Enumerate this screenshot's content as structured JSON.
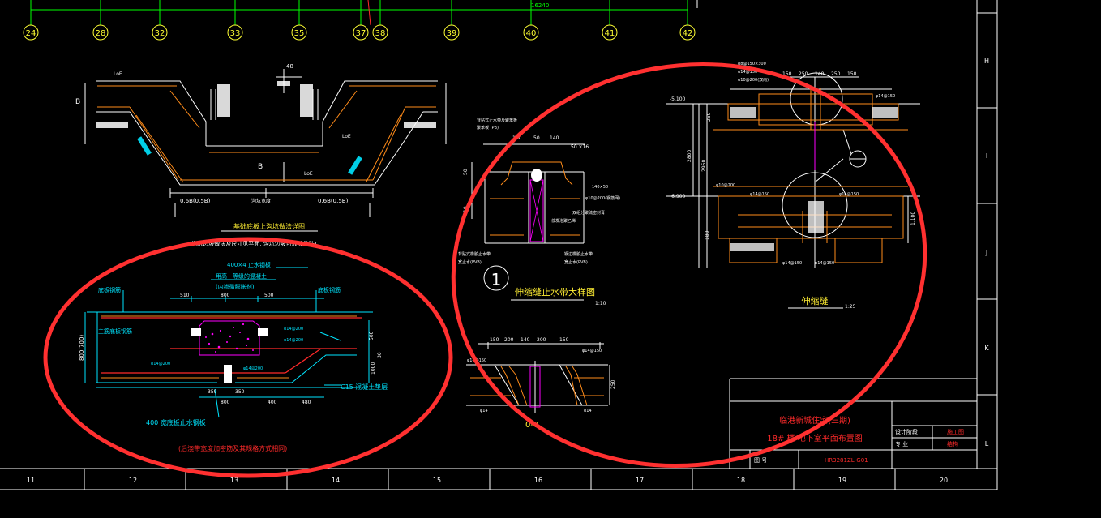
{
  "colors": {
    "background": "#000000",
    "grid_axis": "#00ff00",
    "grid_label": "#ffff33",
    "white": "#ffffff",
    "cyan": "#00e5ff",
    "orange": "#ff8c1a",
    "yellow": "#ffee33",
    "magenta": "#ff00ff",
    "red": "#ff2a2a",
    "annotation_ellipse": "#ff3030"
  },
  "grid": {
    "dimension_total": "16240",
    "axes": [
      "24",
      "28",
      "32",
      "33",
      "35",
      "37",
      "38",
      "39",
      "40",
      "41",
      "42"
    ]
  },
  "frame": {
    "bottom_columns": [
      "11",
      "12",
      "13",
      "14",
      "15",
      "16",
      "17",
      "18",
      "19",
      "20"
    ],
    "right_rows": [
      "H",
      "I",
      "J",
      "K",
      "L"
    ]
  },
  "detail_trench": {
    "title": "基础底板上沟坑做法详图",
    "subtitle": "(沟坑边坡做法及尺寸见平面, 沟坑边坡可放坡做法)",
    "labels": {
      "b_left": "B",
      "b_mid": "B",
      "loe": "LoE",
      "dim_left": "0.6B(0.5B)",
      "dim_mid": "沟坑宽度",
      "dim_right": "0.6B(0.5B)",
      "dim_48": "48"
    }
  },
  "detail_post_pour": {
    "labels": {
      "note_top": "400×4 止水钢板",
      "note_mid": "用高一等级的混凝土",
      "note_mid2": "(内掺微膨胀剂)",
      "left_tag": "底板钢筋",
      "right_tag": "底板钢筋",
      "left_side": "主筋底板钢筋",
      "dim_510": "510",
      "dim_800": "800",
      "dim_500": "500",
      "height": "800(700)",
      "rebar_1": "φ14@200",
      "rebar_2": "φ14@200",
      "rebar_3": "φ14@200",
      "rebar_4": "φ14@200",
      "dim_350a": "350",
      "dim_350b": "350",
      "dim_800b": "800",
      "dim_400": "400",
      "dim_480": "480",
      "dim_500v": "500",
      "dim_1000v": "1000",
      "dim_30": "30",
      "cushion": "C15 混凝土垫层",
      "waterstop": "400 宽底板止水钢板",
      "note_red": "(后浇带宽度加密筋及其规格方式相同)"
    }
  },
  "detail_waterstop": {
    "symbol": "1",
    "title": "伸缩缝止水带大样图",
    "scale": "1:10",
    "labels": {
      "dims_top": [
        "140",
        "50",
        "140"
      ],
      "dim_5016": "50 ×16",
      "dim_140_50": "140×50",
      "dim_50v": "50",
      "dim_10v": "10",
      "note_l1": "背贴式止水带及聚苯板",
      "note_l2": "聚苯板 (PB)",
      "note_r1": "低发泡聚乙烯",
      "note_r2": "φ10@200(钢筋网)",
      "note_r3": "双组分聚硫密封膏",
      "note_bl1": "背贴式橡胶止水带",
      "note_bl2": "宽止水(PVB)",
      "note_br1": "钢边橡胶止水带",
      "note_br2": "宽止水(PVB)"
    }
  },
  "detail_expansion": {
    "title": "伸缩缝",
    "scale": "1:25",
    "labels": {
      "dims_top": [
        "150",
        "250",
        "140",
        "250",
        "150"
      ],
      "elev_1": "-5.100",
      "elev_2": "-6.900",
      "dim_2800": "2800",
      "dim_2950": "2950",
      "dim_250": "250",
      "dim_180": "180",
      "dim_1100": "1.100",
      "dims_bottom": [
        "φ14@150",
        "φ14@150"
      ],
      "rebar_1": "φ14@150",
      "rebar_2": "φ14@150",
      "rebar_3": "φ10@200",
      "rebar_4": "φ14@150",
      "note_top1": "φ8@150×300",
      "note_top2": "φ14@150",
      "note_top3": "φ10@200(双向)"
    }
  },
  "detail_section": {
    "title": "0-0",
    "labels": {
      "dims_top": [
        "150",
        "200",
        "140",
        "200",
        "150"
      ],
      "dim_250": "250",
      "rebar_l": "φ14@150",
      "rebar_r": "φ14@150",
      "rebar_l2": "φ14",
      "rebar_r2": "φ14"
    }
  },
  "title_block": {
    "project": "临港新城住宅(三期)",
    "drawing_name": "18# 楼 地下室平面布置图",
    "stage_label": "设计阶段",
    "stage_value": "施工图",
    "discipline_label": "专  业",
    "discipline_value": "结构",
    "drawing_no_label": "图  号",
    "drawing_no_value": "HR3281ZL-G01"
  }
}
